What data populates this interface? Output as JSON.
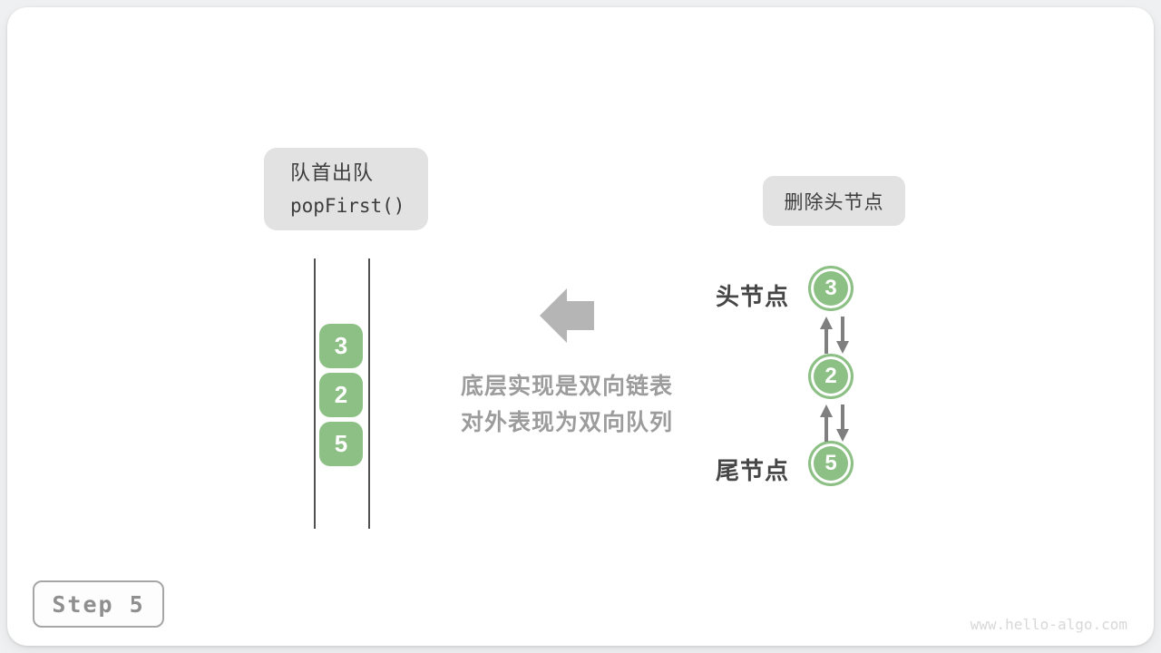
{
  "page": {
    "step_label": "Step 5",
    "watermark": "www.hello-algo.com"
  },
  "colors": {
    "card_bg": "#ffffff",
    "outer_bg": "#eef0f1",
    "label_bg": "#e2e2e2",
    "node_green": "#8cc084",
    "dark_text": "#3c3c3c",
    "annotation_gray": "#9c9c9c",
    "block_arrow_gray": "#b5b5b5",
    "link_arrow_gray": "#7f7f7f",
    "rail_gray": "#515151",
    "step_text_gray": "#8f8f8f",
    "watermark_gray": "#d8d8d8"
  },
  "operation_label": {
    "title": "队首出队",
    "code": "popFirst()"
  },
  "action_label": "删除头节点",
  "queue": {
    "items": [
      "3",
      "2",
      "5"
    ]
  },
  "annotation": {
    "line1": "底层实现是双向链表",
    "line2": "对外表现为双向队列"
  },
  "linked_list": {
    "head_label": "头节点",
    "tail_label": "尾节点",
    "nodes": [
      "3",
      "2",
      "5"
    ]
  }
}
